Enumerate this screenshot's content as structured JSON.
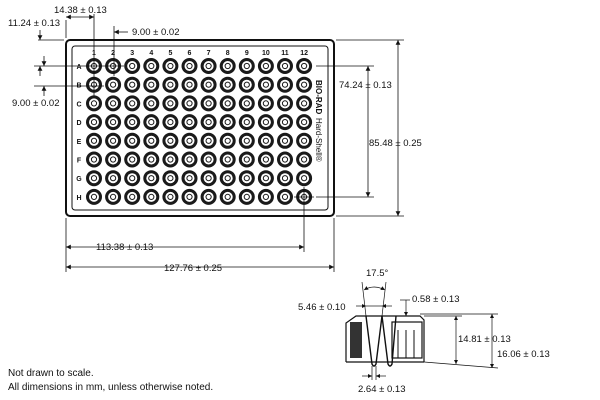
{
  "plate": {
    "columns": [
      "1",
      "2",
      "3",
      "4",
      "5",
      "6",
      "7",
      "8",
      "9",
      "10",
      "11",
      "12"
    ],
    "rows": [
      "A",
      "B",
      "C",
      "D",
      "E",
      "F",
      "G",
      "H"
    ],
    "brand_text": "BIO-RAD",
    "product_text": "Hard-Shell®"
  },
  "dimensions": {
    "a1_col_offset": "14.38 ± 0.13",
    "a1_row_offset": "11.24 ± 0.13",
    "well_pitch_x": "9.00 ± 0.02",
    "well_pitch_y": "9.00 ± 0.02",
    "well_span_height": "74.24 ± 0.13",
    "plate_height": "85.48 ± 0.25",
    "well_span_width": "113.38 ± 0.13",
    "plate_width": "127.76 ± 0.25",
    "wall_angle": "17.5°",
    "well_top_diameter": "5.46 ± 0.10",
    "skirt_offset": "0.58 ± 0.13",
    "well_depth": "14.81 ± 0.13",
    "total_height": "16.06 ± 0.13",
    "well_bottom_diameter": "2.64 ± 0.13"
  },
  "notes": {
    "line1": "Not drawn to scale.",
    "line2": "All dimensions in mm, unless otherwise noted."
  }
}
